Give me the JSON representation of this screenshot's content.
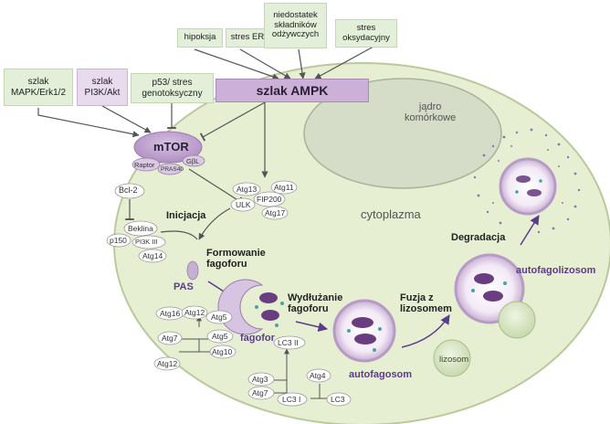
{
  "upstream": {
    "top_boxes": [
      "hipoksja",
      "stres ER",
      "niedostatek\nskładników\nodżywczych",
      "stres\noksydacyjny"
    ],
    "left_boxes": [
      "szlak\nMAPK/Erk1/2",
      "szlak\nPI3K/Akt",
      "p53/ stres\ngenotoksyczny"
    ],
    "ampk": "szlak AMPK"
  },
  "mtor": {
    "title": "mTOR",
    "subunits": [
      "Raptor",
      "PRAS40",
      "GβL"
    ]
  },
  "ulk_complex": [
    "Atg13",
    "Atg11",
    "ULK",
    "FIP200",
    "Atg17"
  ],
  "beclin": {
    "bcl2": "Bcl-2",
    "items": [
      "Beklina",
      "p150",
      "PI3K III",
      "Atg14"
    ]
  },
  "compartments": {
    "nucleus": "jądro\nkomórkowe",
    "cytoplasm": "cytoplazma"
  },
  "stages": {
    "initiation": "Inicjacja",
    "phagophore_formation": "Formowanie\nfagoforu",
    "pas": "PAS",
    "elongation": "Wydłużanie\nfagoforu",
    "fusion": "Fuzja z\nlizosomem",
    "degradation": "Degradacja"
  },
  "structures": {
    "phagophore": "fagofor",
    "autophagosome": "autofagosom",
    "lysosome": "lizosom",
    "autophagolysosome": "autofagolizosom"
  },
  "atg_conjugation": {
    "upper": [
      "Atg16",
      "Atg12",
      "Atg5",
      "Atg7",
      "Atg5",
      "Atg10",
      "Atg12"
    ],
    "lc3": [
      "LC3 II",
      "Atg3",
      "Atg4",
      "Atg7",
      "LC3 I",
      "LC3"
    ]
  },
  "colors": {
    "cell_fill": "#e6efd2",
    "cell_stroke": "#b9c99b",
    "nucleus_fill": "#d5dcc8",
    "green_box": "#e3efd9",
    "pink_box": "#e9dbee",
    "ampk_box": "#cdb0d8",
    "mtor_fill": "#c6a9d4",
    "accent_purple": "#5b3b8c",
    "arrow": "#555555"
  }
}
